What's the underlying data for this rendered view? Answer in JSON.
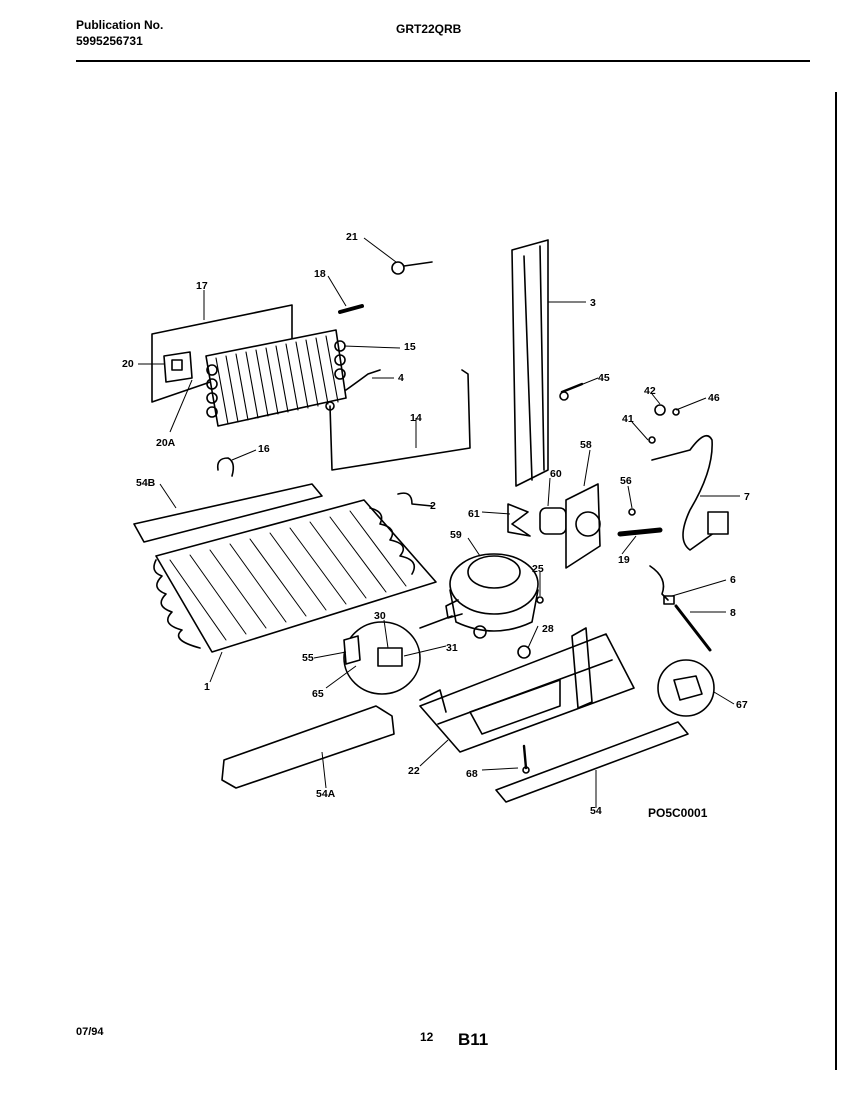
{
  "header": {
    "publication_label": "Publication No.",
    "publication_number": "5995256731",
    "model": "GRT22QRB"
  },
  "footer": {
    "date": "07/94",
    "page_number": "12",
    "section": "B11"
  },
  "diagram": {
    "drawing_code": "PO5C0001",
    "callouts": [
      "21",
      "18",
      "17",
      "15",
      "20",
      "4",
      "20A",
      "14",
      "16",
      "54B",
      "2",
      "3",
      "45",
      "42",
      "46",
      "41",
      "7",
      "58",
      "60",
      "61",
      "56",
      "19",
      "59",
      "25",
      "30",
      "55",
      "31",
      "28",
      "6",
      "8",
      "1",
      "65",
      "67",
      "22",
      "68",
      "54A",
      "54"
    ]
  }
}
